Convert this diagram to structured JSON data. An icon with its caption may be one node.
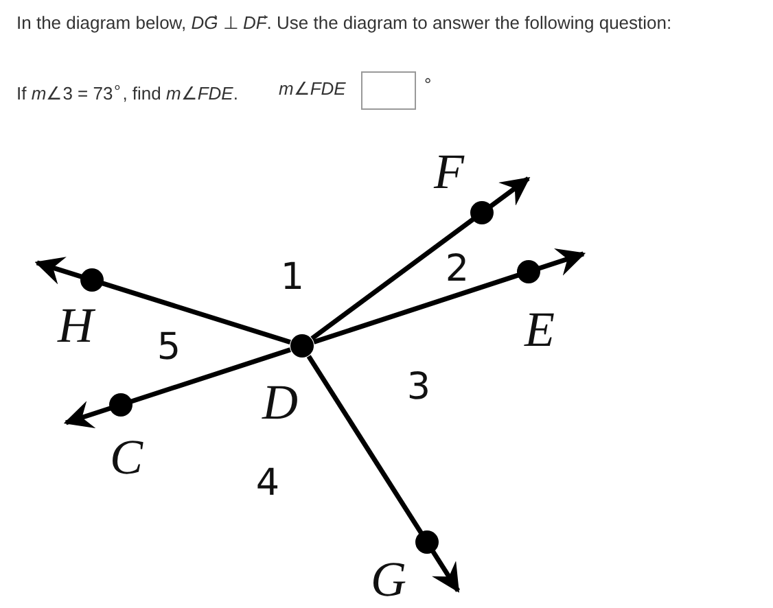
{
  "diagram": {
    "nodes": [
      {
        "text": [
          "*F*"
        ]
      },
      {
        "text": [
          "*E*"
        ]
      },
      {
        "text": [
          "*H*"
        ]
      },
      {
        "text": [
          "*D*"
        ]
      },
      {
        "text": [
          "*C*"
        ]
      },
      {
        "text": [
          "*G*"
        ]
      }
    ],
    "edges": [
      {
        "from": 3,
        "to": 0,
        "arrow": "to"
      },
      {
        "from": 3,
        "to": 1,
        "arrow": "to"
      },
      {
        "from": 3,
        "to": 5,
        "arrow": "to"
      },
      {
        "from": 3,
        "to": 4,
        "arrow": "to"
      },
      {
        "from": 3,
        "to": 2,
        "arrow": "to"
      }
    ],
    "labels": [
      "In the diagram below, *DG*⃗ ⊥ *DF*⃗. Use the diagram to answer the following question:",
      "If *m*∠3 = 73$^{∘}$, find *m*∠*FDE*.",
      "*m*∠*FDE*",
      "°",
      "2",
      "1",
      "5",
      "3",
      "4"
    ]
  }
}
